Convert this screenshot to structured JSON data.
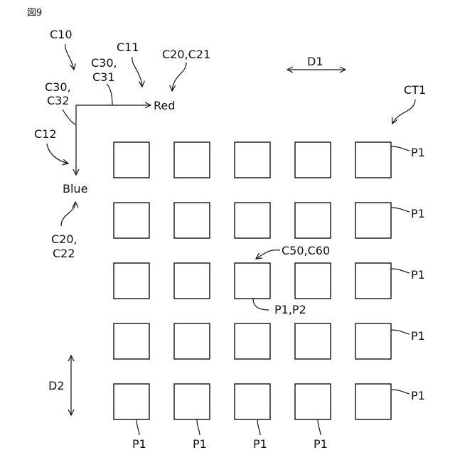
{
  "figure": {
    "label": "図9"
  },
  "labels": {
    "c10": "C10",
    "c11": "C11",
    "c20_c21": "C20,C21",
    "c30": "C30,",
    "c31": "C31",
    "c30b": "C30,",
    "c32": "C32",
    "c12": "C12",
    "red": "Red",
    "blue": "Blue",
    "c20": "C20,",
    "c22": "C22",
    "d1": "D1",
    "d2": "D2",
    "ct1": "CT1",
    "c50_c60": "C50,C60",
    "p1_p2": "P1,P2"
  },
  "grid": {
    "rows": 5,
    "cols": 5,
    "right_labels": [
      "P1",
      "P1",
      "P1",
      "P1",
      "P1"
    ],
    "bottom_labels": [
      "P1",
      "P1",
      "P1",
      "P1"
    ]
  }
}
